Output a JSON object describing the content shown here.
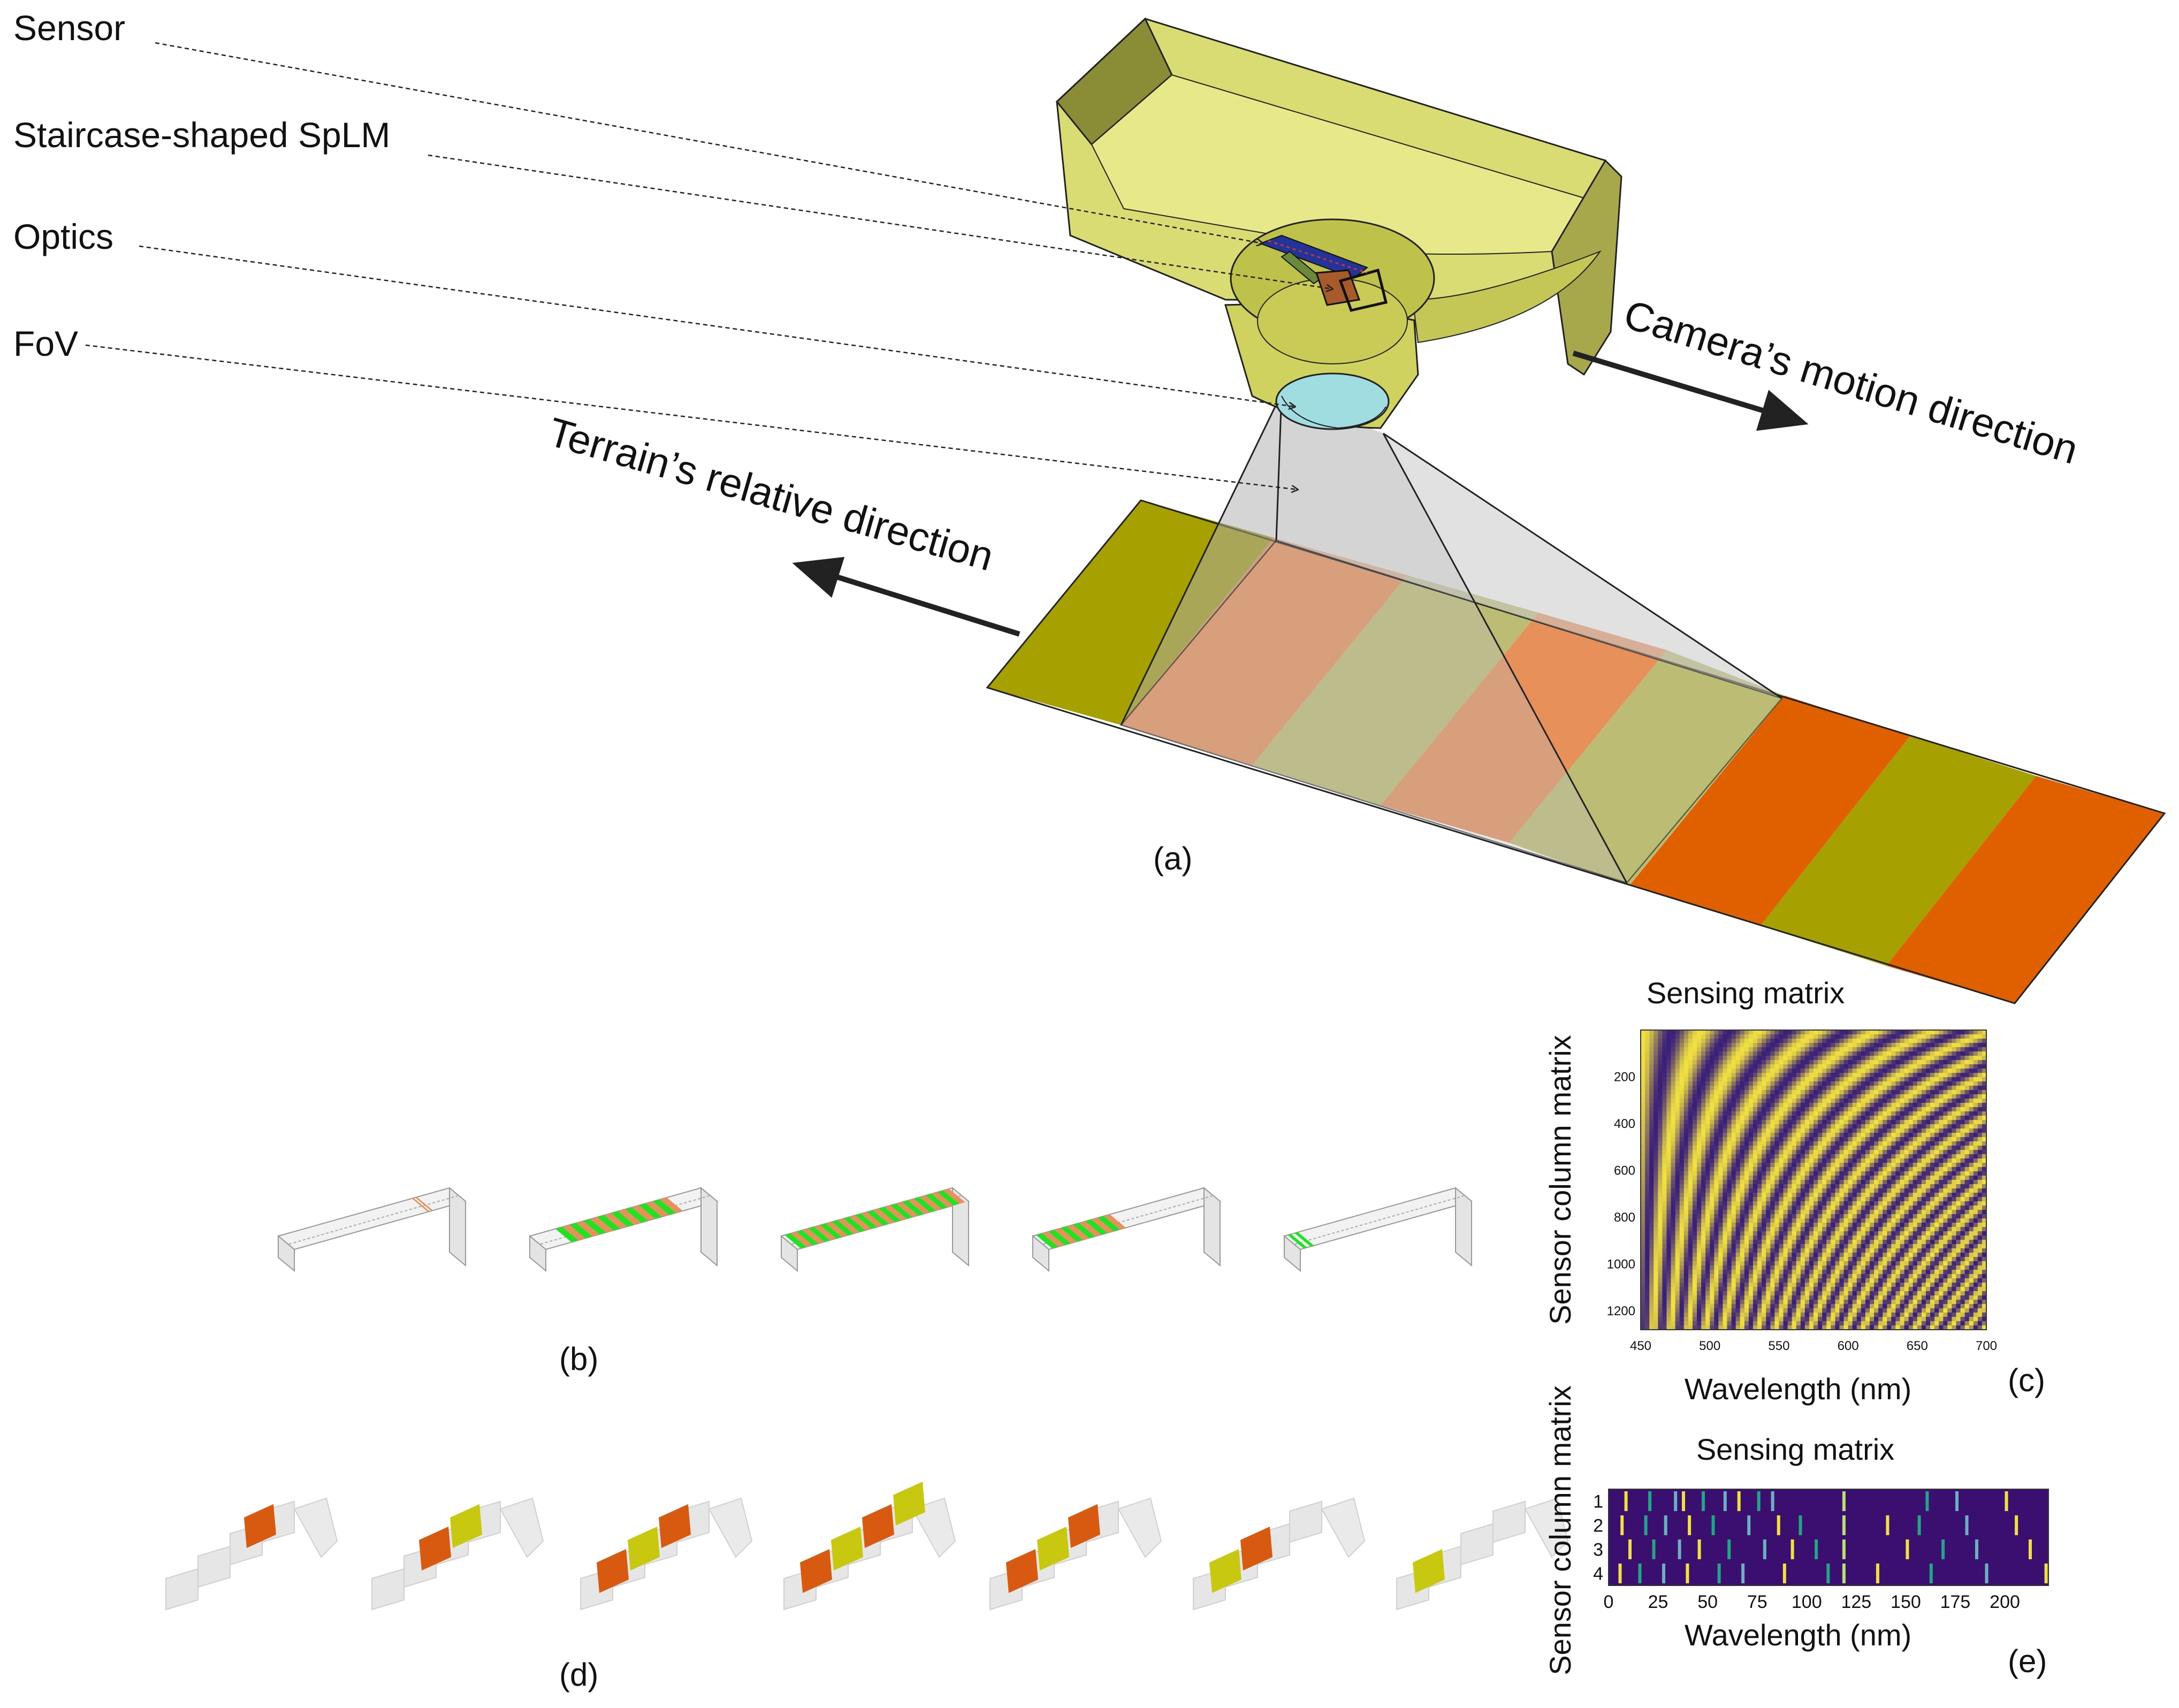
{
  "callouts": {
    "sensor": "Sensor",
    "splm": "Staircase-shaped SpLM",
    "optics": "Optics",
    "fov": "FoV"
  },
  "directions": {
    "camera": "Camera’s motion direction",
    "terrain": "Terrain’s relative direction"
  },
  "panel_labels": {
    "a": "(a)",
    "b": "(b)",
    "c": "(c)",
    "d": "(d)",
    "e": "(e)"
  },
  "colors": {
    "housing": "#d2d46a",
    "housing_dark": "#8f8f3a",
    "lens": "#9fdde0",
    "olive": "#a6a000",
    "orange": "#e06000",
    "green_stripe": "#22e022",
    "matrix_yellow": "#f0e040",
    "matrix_purple": "#3a1f7a",
    "matrix_dark": "#3b0f6f"
  },
  "chart_data": [
    {
      "type": "heatmap",
      "title": "Sensing matrix",
      "xlabel": "Wavelength (nm)",
      "ylabel": "Sensor column matrix",
      "x_ticks": [
        "450",
        "500",
        "550",
        "600",
        "650",
        "700"
      ],
      "y_ticks": [
        "200",
        "400",
        "600",
        "800",
        "1000",
        "1200"
      ],
      "xlim": [
        450,
        700
      ],
      "ylim": [
        0,
        1280
      ],
      "pattern": "sinusoidal fringes, frequency increasing with row",
      "colormap": [
        "#3a1f7a",
        "#f0e040"
      ]
    },
    {
      "type": "heatmap",
      "title": "Sensing matrix",
      "xlabel": "Wavelength (nm)",
      "ylabel": "Sensor column matrix",
      "x_ticks": [
        "0",
        "25",
        "50",
        "75",
        "100",
        "125",
        "150",
        "175",
        "200"
      ],
      "y_ticks": [
        "1",
        "2",
        "3",
        "4"
      ],
      "xlim": [
        0,
        222
      ],
      "rows": [
        1,
        2,
        3,
        4
      ],
      "colormap": [
        "#3b0f6f",
        "#21a585",
        "#f0e040"
      ]
    }
  ]
}
